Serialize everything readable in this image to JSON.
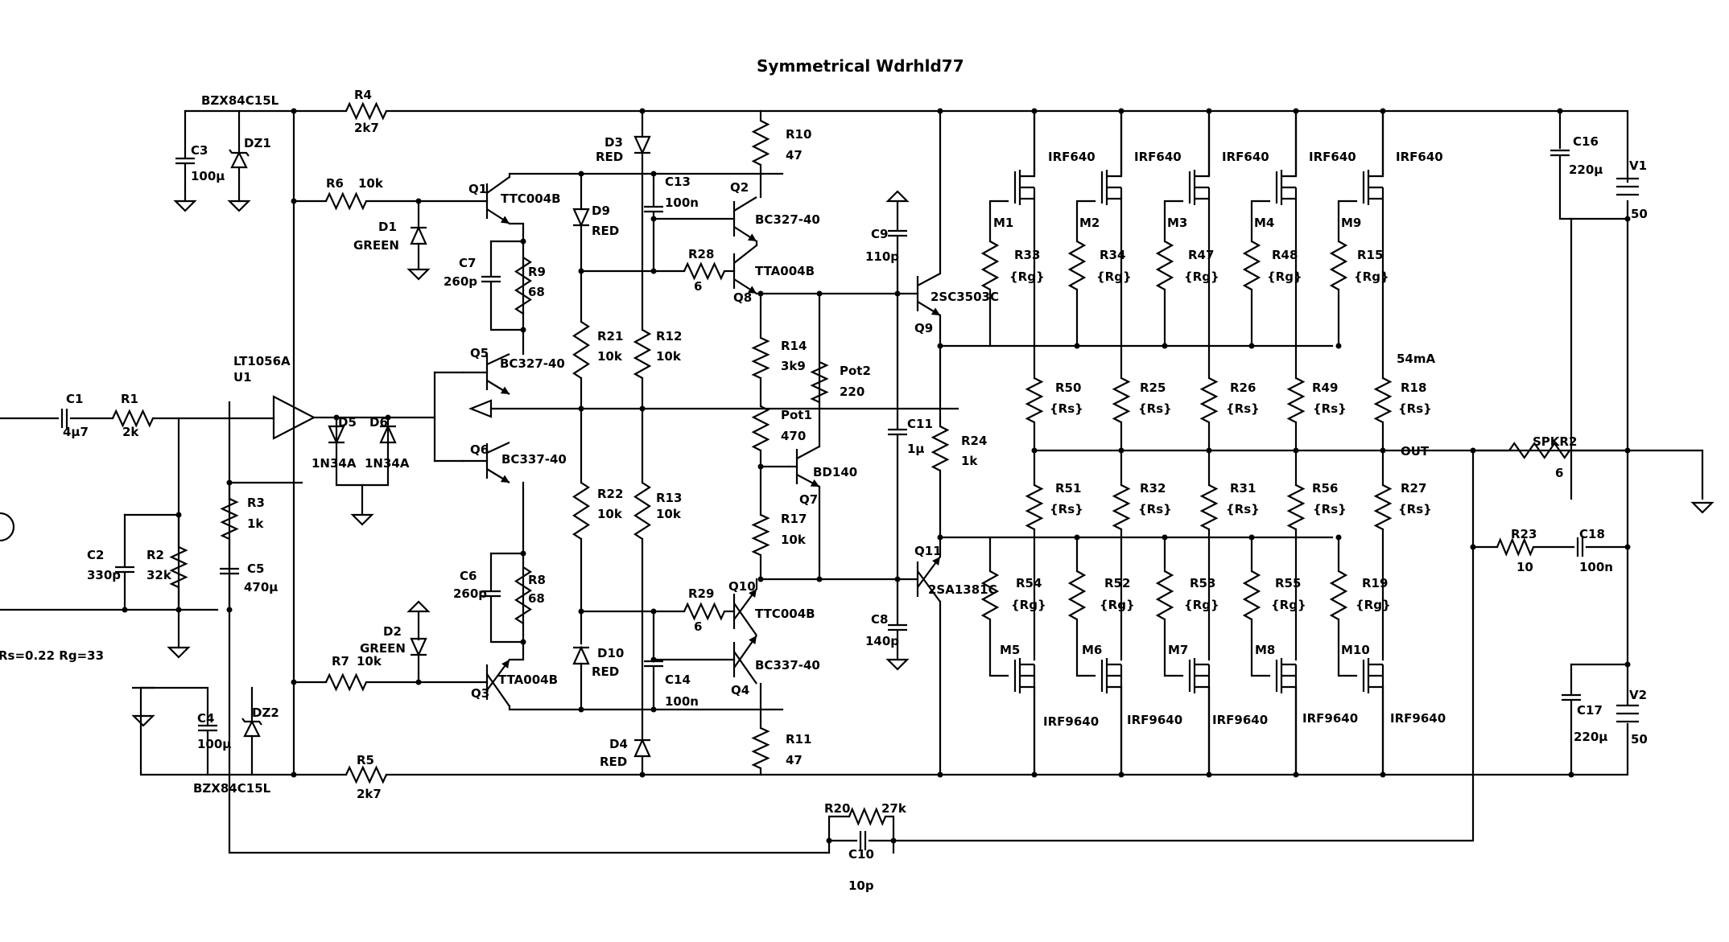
{
  "title": "Symmetrical Wdrhld77",
  "labels": {
    "R4": "R4",
    "R4v": "2k7",
    "DZ1n": "BZX84C15L",
    "DZ1": "DZ1",
    "C3": "C3",
    "C3v": "100µ",
    "R6": "R6",
    "R6v": "10k",
    "D1": "D1",
    "D1v": "GREEN",
    "Q1": "Q1",
    "Q1v": "TTC004B",
    "C7": "C7",
    "C7v": "260p",
    "R9": "R9",
    "R9v": "68",
    "Q5": "Q5",
    "Q5v": "BC327-40",
    "Q6": "Q6",
    "Q6v": "BC337-40",
    "U1n": "LT1056A",
    "U1": "U1",
    "C1": "C1",
    "C1v": "4µ7",
    "R1": "R1",
    "R1v": "2k",
    "D5": "D5",
    "D6": "D6",
    "D5v": "1N34A",
    "D6v": "1N34A",
    "R3": "R3",
    "R3v": "1k",
    "C5": "C5",
    "C5v": "470µ",
    "C2": "C2",
    "C2v": "330p",
    "R2": "R2",
    "R2v": "32k",
    "note": "Rs=0.22 Rg=33",
    "C6": "C6",
    "C6v": "260p",
    "R8": "R8",
    "R8v": "68",
    "D2": "D2",
    "D2v": "GREEN",
    "R7": "R7",
    "R7v": "10k",
    "Q3": "Q3",
    "Q3v": "TTA004B",
    "C4": "C4",
    "C4v": "100µ",
    "DZ2": "DZ2",
    "DZ2n": "BZX84C15L",
    "R5": "R5",
    "R5v": "2k7",
    "D3": "D3",
    "D3v": "RED",
    "D9": "D9",
    "D9v": "RED",
    "C13": "C13",
    "C13v": "100n",
    "R28": "R28",
    "R28v": "6",
    "R21": "R21",
    "R21v": "10k",
    "R12": "R12",
    "R12v": "10k",
    "R22": "R22",
    "R22v": "10k",
    "R13": "R13",
    "R13v": "10k",
    "R29": "R29",
    "R29v": "6",
    "D10": "D10",
    "D10v": "RED",
    "C14": "C14",
    "C14v": "100n",
    "D4": "D4",
    "D4v": "RED",
    "R10": "R10",
    "R10v": "47",
    "Q2": "Q2",
    "Q2v": "BC327-40",
    "Q8": "Q8",
    "Q8v": "TTA004B",
    "R14": "R14",
    "R14v": "3k9",
    "Pot1": "Pot1",
    "Pot1v": "470",
    "Pot2": "Pot2",
    "Pot2v": "220",
    "Q7": "Q7",
    "Q7v": "BD140",
    "R17": "R17",
    "R17v": "10k",
    "Q10": "Q10",
    "Q10v": "TTC004B",
    "Q4": "Q4",
    "Q4v": "BC337-40",
    "R11": "R11",
    "R11v": "47",
    "C9": "C9",
    "C9v": "110p",
    "Q9": "Q9",
    "Q9v": "2SC3503C",
    "C11": "C11",
    "C11v": "1µ",
    "R24": "R24",
    "R24v": "1k",
    "Q11": "Q11",
    "Q11v": "2SA1381C",
    "C8": "C8",
    "C8v": "140p",
    "IRF640": "IRF640",
    "IRF9640": "IRF9640",
    "M1": "M1",
    "M2": "M2",
    "M3": "M3",
    "M4": "M4",
    "M9": "M9",
    "M5": "M5",
    "M6": "M6",
    "M7": "M7",
    "M8": "M8",
    "M10": "M10",
    "R33": "R33",
    "R34": "R34",
    "R47": "R47",
    "R48": "R48",
    "R15": "R15",
    "Rg": "{Rg}",
    "Rs": "{Rs}",
    "R50": "R50",
    "R25": "R25",
    "R26": "R26",
    "R49": "R49",
    "R18": "R18",
    "bias": "54mA",
    "R51": "R51",
    "R32": "R32",
    "R31": "R31",
    "R56": "R56",
    "R27": "R27",
    "R54": "R54",
    "R52": "R52",
    "R53": "R53",
    "R55": "R55",
    "R19": "R19",
    "OUT": "OUT",
    "C16": "C16",
    "C16v": "220µ",
    "V1": "V1",
    "V1v": "50",
    "C17": "C17",
    "C17v": "220µ",
    "V2": "V2",
    "V2v": "50",
    "SPKR2": "SPKR2",
    "SPKR2v": "6",
    "R23": "R23",
    "R23v": "10",
    "C18": "C18",
    "C18v": "100n",
    "R20": "R20",
    "R20v": "27k",
    "C10": "C10",
    "C10v": "10p"
  }
}
